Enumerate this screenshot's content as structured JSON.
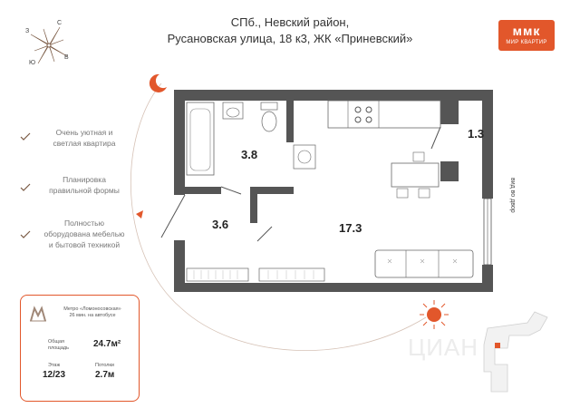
{
  "title": {
    "line1": "СПб., Невский район,",
    "line2": "Русановская улица, 18 к3, ЖК «Приневский»"
  },
  "logo": {
    "mark": "ммк",
    "text": "МИР КВАРТИР"
  },
  "compass": {
    "n": "С",
    "w": "З",
    "s": "Ю",
    "e": "В"
  },
  "features": [
    {
      "line1": "Очень уютная и",
      "line2": "светлая квартира"
    },
    {
      "line1": "Планировка",
      "line2": "правильной формы"
    },
    {
      "line1": "Полностью",
      "line2": "оборудована мебелью",
      "line3": "и бытовой техникой"
    }
  ],
  "rooms": {
    "bathroom": "3.8",
    "hall": "3.6",
    "main": "17.3",
    "balcony": "1.3"
  },
  "yard_label": "вид во двор",
  "card": {
    "metro_line1": "Метро «Ломоносовская»",
    "metro_line2": "26 мин. на автобусе",
    "area_label_1": "Общая",
    "area_label_2": "площадь",
    "area_value": "24.7м²",
    "floor_label": "Этаж",
    "floor_value": "12/23",
    "ceiling_label": "Потолки",
    "ceiling_value": "2.7м"
  },
  "watermark": "ЦИАН",
  "colors": {
    "accent": "#e2572b",
    "wall": "#555555",
    "sun": "#e2572b"
  },
  "icons": [
    "compass-icon",
    "check-icon",
    "sun-icon",
    "moon-icon",
    "metro-icon"
  ]
}
